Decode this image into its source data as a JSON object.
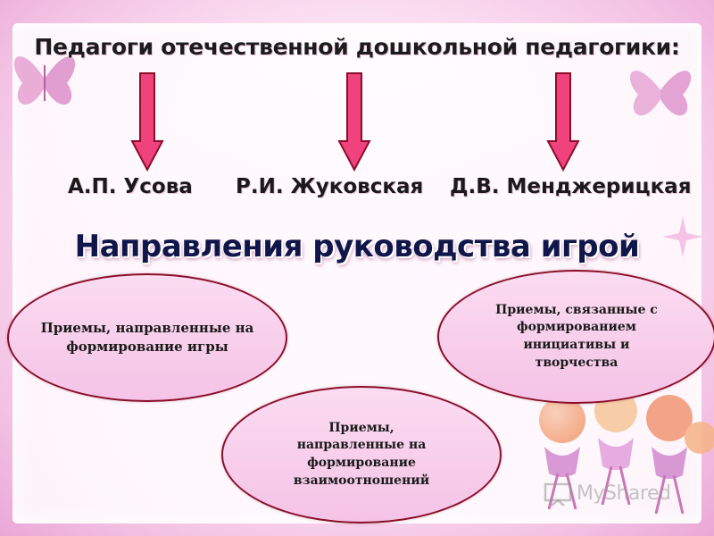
{
  "diagram": {
    "title": "Педагоги отечественной дошкольной педагогики:",
    "authors": [
      "А.П. Усова",
      "Р.И. Жуковская",
      "Д.В. Менджерицкая"
    ],
    "heading": "Направления руководства игрой",
    "techniques": [
      "Приемы, направленные на формирование игры",
      "Приемы, связанные с формированием инициативы и творчества",
      "Приемы, направленные на формирование взаимоотношений"
    ]
  },
  "watermark": "MyShared",
  "colors": {
    "arrow_fill": "#f0427c",
    "arrow_stroke": "#8a0e2a",
    "oval_border": "#8a0e2a",
    "heading_text": "#11164a"
  },
  "icons": [
    "butterfly-icon",
    "butterfly-icon",
    "star-icon",
    "dancing-apples-icon",
    "projector-icon"
  ]
}
